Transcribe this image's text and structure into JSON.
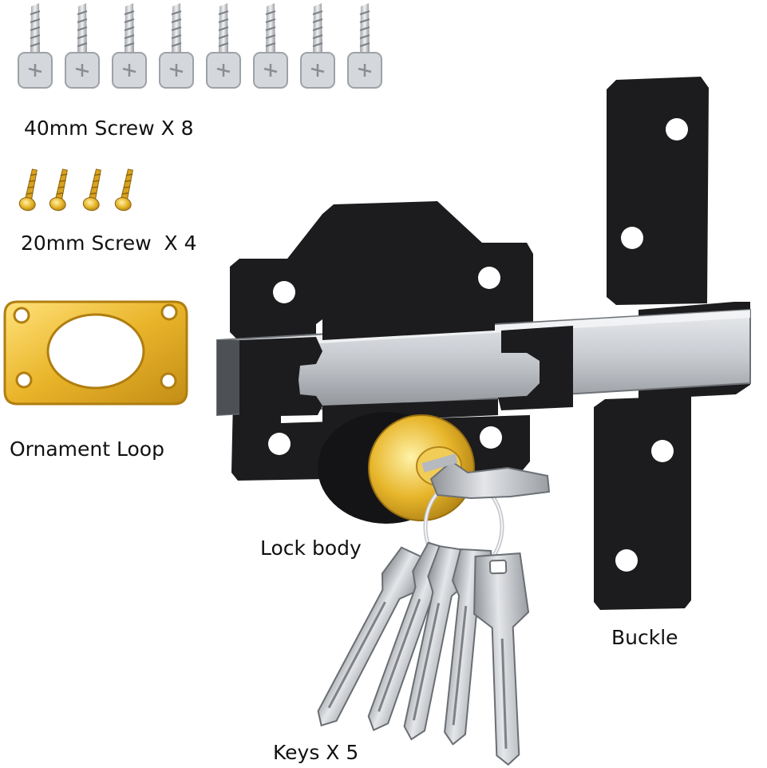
{
  "labels": {
    "screw40": "40mm Screw X 8",
    "screw20": "20mm Screw  X 4",
    "loop": "Ornament Loop",
    "lock_body": "Lock body",
    "buckle": "Buckle",
    "keys": "Keys X 5"
  },
  "colors": {
    "lock_black": "#1c1c1e",
    "steel": "#b9bcc0",
    "brass": "#e3b322",
    "screw_silver": "#c9ccd0"
  }
}
